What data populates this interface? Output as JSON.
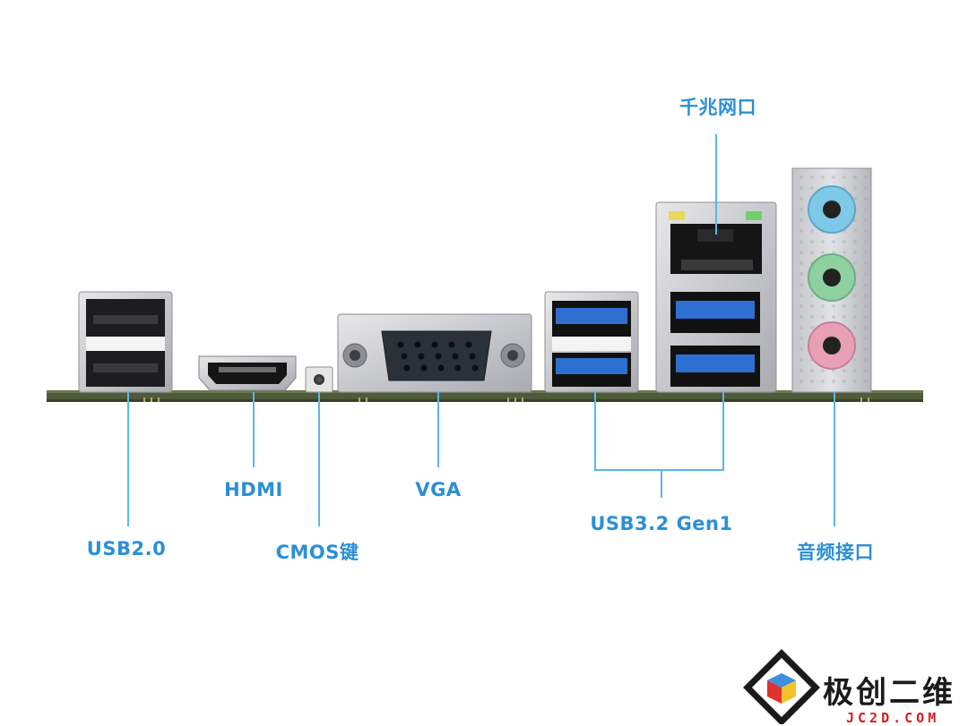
{
  "labels": {
    "usb2": "USB2.0",
    "hdmi": "HDMI",
    "cmos": "CMOS键",
    "vga": "VGA",
    "usb32": "USB3.2 Gen1",
    "lan": "千兆网口",
    "audio": "音频接口"
  },
  "brand": {
    "name": "极创二维",
    "url": "JC2D.COM"
  },
  "colors": {
    "label_blue": "#2b8fd6",
    "leader_line": "#5ab8e8",
    "usb3_blue": "#2d6fd1",
    "audio_blue": "#7ec8e8",
    "audio_green": "#8ed0a0",
    "audio_pink": "#e8a0b4",
    "pcb": "#4e5a38"
  }
}
